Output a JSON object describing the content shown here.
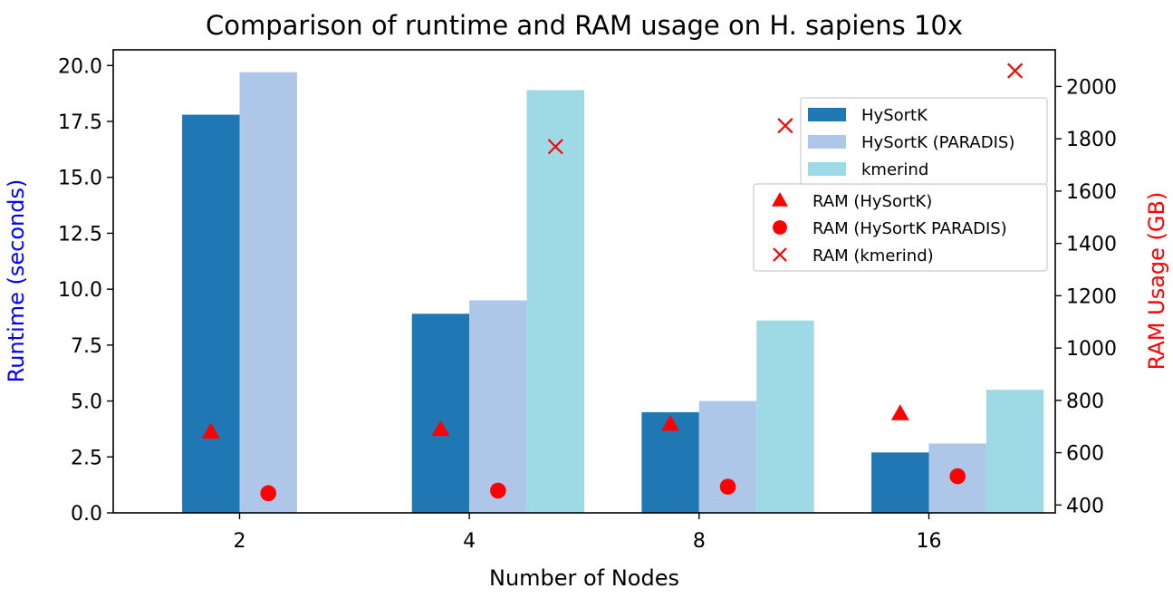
{
  "chart_data": {
    "type": "bar",
    "title": "Comparison of runtime and RAM usage on H. sapiens 10x",
    "xlabel": "Number of Nodes",
    "ylabel": "Runtime (seconds)",
    "y2label": "RAM Usage (GB)",
    "categories": [
      "2",
      "4",
      "8",
      "16"
    ],
    "ylim": [
      0,
      20.7
    ],
    "y2lim": [
      370,
      2140
    ],
    "yticks": [
      "0.0",
      "2.5",
      "5.0",
      "7.5",
      "10.0",
      "12.5",
      "15.0",
      "17.5",
      "20.0"
    ],
    "y2ticks": [
      "400",
      "600",
      "800",
      "1000",
      "1200",
      "1400",
      "1600",
      "1800",
      "2000"
    ],
    "series": [
      {
        "name": "HySortK",
        "color": "#1f77b4",
        "values": [
          17.8,
          8.9,
          4.5,
          2.7
        ]
      },
      {
        "name": "HySortK (PARADIS)",
        "color": "#aec7e8",
        "values": [
          19.7,
          9.5,
          5.0,
          3.1
        ]
      },
      {
        "name": "kmerind",
        "color": "#9edae5",
        "values": [
          null,
          18.9,
          8.6,
          5.5
        ]
      }
    ],
    "ram_series": [
      {
        "name": "RAM (HySortK)",
        "marker": "triangle",
        "color": "#ff0000",
        "values": [
          680,
          690,
          710,
          750
        ]
      },
      {
        "name": "RAM (HySortK PARADIS)",
        "marker": "circle",
        "color": "#ff0000",
        "values": [
          445,
          455,
          470,
          510
        ]
      },
      {
        "name": "RAM (kmerind)",
        "marker": "x",
        "color": "#ff0000",
        "values": [
          null,
          1770,
          1850,
          2060
        ]
      }
    ],
    "ylabel_color": "#0000ff",
    "y2label_color": "#ff0000",
    "legend_bars_position": "upper-right",
    "legend_ram_position": "right",
    "grid": false
  }
}
